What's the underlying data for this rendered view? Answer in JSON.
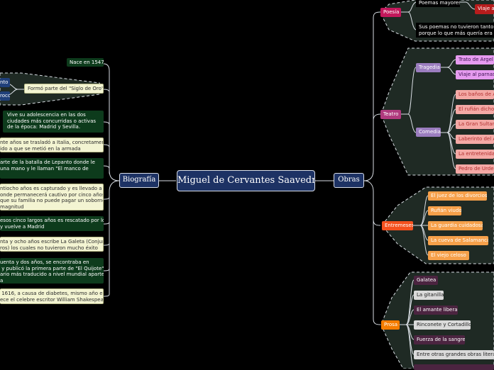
{
  "central": "Miguel de Cervantes Saavedra",
  "left_branch": "Biografía",
  "right_branch": "Obras",
  "biografia": {
    "nace": "Nace en 1547",
    "siglo_oro": "Formó parte del \"Siglo de Oro\"",
    "partial_a": "nto",
    "partial_b": "roco",
    "adolescencia": "Vive su adolescencia en las dos ciudades más concurridas o activas de la época: Madrid y Sevilla.",
    "italia": "nte años se trasladó a Italia, concretamente\nido a que se metió en la armada",
    "lepanto": "arte de la batalla de Lepanto donde le\nuna mano y le llaman \"El manco de",
    "capturado": "ntiocho años es capturado y es llevado a\nonde permanecerá cautivo por cinco años\nque su familia no puede pagar un soborno\nmagnitud",
    "rescatado": "esos cinco largos años es rescatado por los\ny vuelve a Madrid",
    "galatea": "nta y ocho años escribe La Galeta (Conjunto\nros) los cuales no tuvieron mucho éxito",
    "quijote": "uenta y dos años, se encontraba en\n y publicó la primera parte de \"El Quijote\",\nario más traducido a nivel mundial aparte\na",
    "muerte": " 1616, a causa de diabetes, mismo año en\nece el celebre escritor William Shakespeare"
  },
  "obras": {
    "poesia": {
      "label": "Poesía",
      "mayores": "Poemas mayores",
      "viaje": "Viaje a",
      "nota": "Sus poemas no tuvieron tanto é\nporque lo que más quería era se"
    },
    "teatro": {
      "label": "Teatro",
      "tragedia": {
        "label": "Tragedia",
        "items": [
          "Trato de Argel",
          "Viaje al parnaso"
        ]
      },
      "comedia": {
        "label": "Comedia",
        "items": [
          "Los baños de A",
          "El rufián dichos",
          "La Gran Sultan",
          "Laberinto del A",
          "La entretenida",
          "Pedro de Urden"
        ]
      }
    },
    "entremeses": {
      "label": "Entremeses",
      "items": [
        "El juez de los divorcios",
        "Rufián viudo",
        "La guardia cuidadosa",
        "La cueva de Salamanca",
        "El viejo celoso"
      ]
    },
    "prosa": {
      "label": "Prosa",
      "items": [
        "Galatea",
        "La gitanilla",
        "El amante liberal",
        "Rinconete y Cortadillo",
        "Fuerza de la sangre",
        "Entre otras grandes obras literari"
      ]
    }
  }
}
